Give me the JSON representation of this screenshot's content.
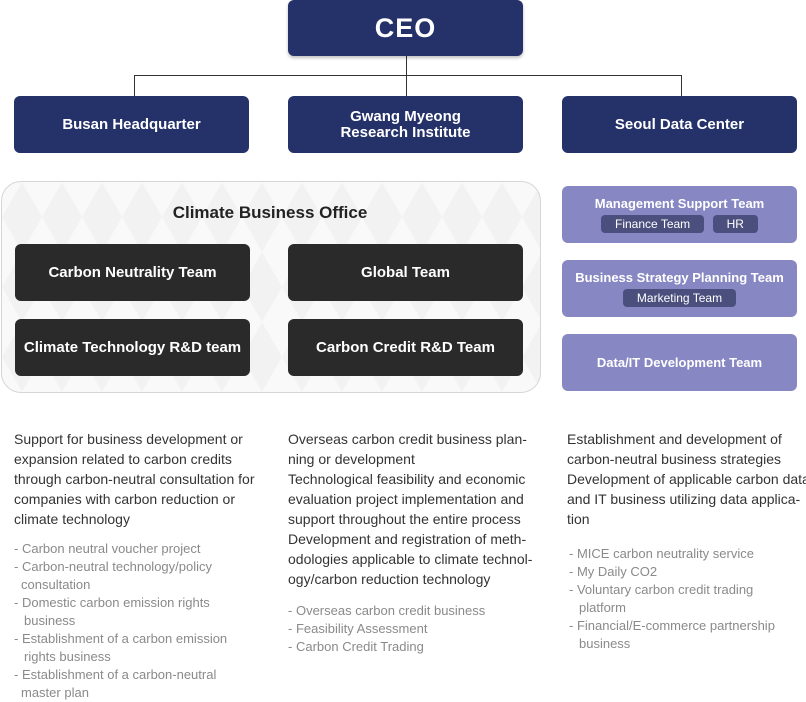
{
  "ceo": "CEO",
  "divisions": {
    "busan": "Busan Headquarter",
    "gwang_line1": "Gwang Myeong",
    "gwang_line2": "Research Institute",
    "seoul": "Seoul Data Center"
  },
  "climate_office": {
    "title": "Climate Business Office",
    "teams": [
      "Carbon Neutrality Team",
      "Global Team",
      "Climate Technology R&D team",
      "Carbon Credit R&D Team"
    ]
  },
  "seoul_teams": {
    "management": "Management Support Team",
    "finance": "Finance Team",
    "hr": "HR",
    "strategy": "Business Strategy Planning Team",
    "marketing": "Marketing Team",
    "data_it": "Data/IT Development Team"
  },
  "descriptions": {
    "busan": {
      "lines": [
        "Support for business development or",
        "expansion related to carbon credits",
        "through carbon-neutral consultation for",
        "companies with carbon reduction or",
        "climate technology"
      ],
      "bullets": [
        [
          "Carbon neutral voucher project"
        ],
        [
          "Carbon-neutral technology/policy",
          "consultation"
        ],
        [
          "Domestic carbon emission rights",
          "business"
        ],
        [
          "Establishment of a carbon emission",
          "rights business"
        ],
        [
          "Establishment of a carbon-neutral",
          "master plan"
        ]
      ]
    },
    "gwang": {
      "lines": [
        "Overseas carbon credit business plan-",
        "ning or development",
        "Technological feasibility and economic",
        "evaluation project implementation and",
        "support throughout the entire process",
        "Development and registration of meth-",
        "odologies applicable to climate technol-",
        "ogy/carbon reduction technology"
      ],
      "bullets": [
        [
          "Overseas carbon credit business"
        ],
        [
          "Feasibility Assessment"
        ],
        [
          "Carbon Credit Trading"
        ]
      ]
    },
    "seoul": {
      "lines": [
        "Establishment and development of",
        "carbon-neutral business strategies",
        "Development of applicable carbon data",
        "and IT business utilizing data applica-",
        "tion"
      ],
      "bullets": [
        [
          "MICE carbon neutrality service"
        ],
        [
          "My Daily CO2"
        ],
        [
          "Voluntary carbon credit trading",
          "platform"
        ],
        [
          "Financial/E-commerce partnership",
          "business"
        ]
      ]
    }
  }
}
